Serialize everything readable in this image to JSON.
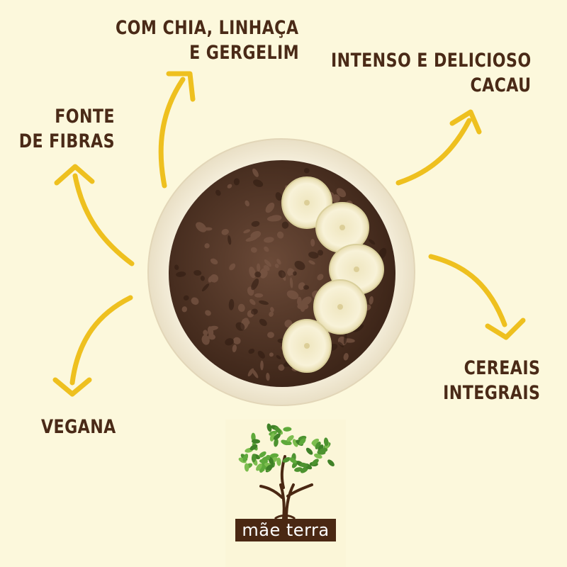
{
  "labels": {
    "chia": [
      "COM CHIA, LINHAÇA",
      "E GERGELIM"
    ],
    "fibras": [
      "FONTE",
      "DE FIBRAS"
    ],
    "cacau": [
      "INTENSO E DELICIOSO",
      "CACAU"
    ],
    "cereais": [
      "CEREAIS",
      "INTEGRAIS"
    ],
    "vegana": [
      "VEGANA"
    ]
  },
  "brand": {
    "name": "mãe terra"
  },
  "colors": {
    "background": "#fcf8dc",
    "text": "#4a2a17",
    "arrow": "#eec01f",
    "brand_bar": "#4a2813",
    "leaf_green": "#5ea93a"
  }
}
